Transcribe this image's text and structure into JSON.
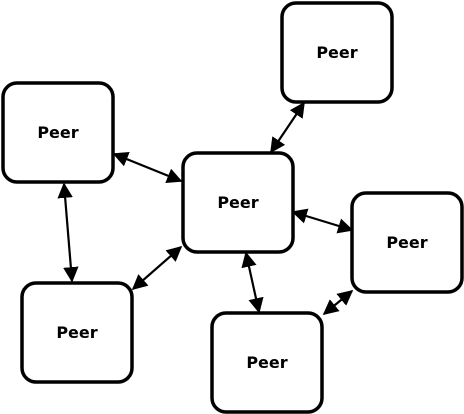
{
  "nodes": [
    {
      "id": "peer-top-right",
      "label": "Peer"
    },
    {
      "id": "peer-left-top",
      "label": "Peer"
    },
    {
      "id": "peer-center",
      "label": "Peer"
    },
    {
      "id": "peer-right",
      "label": "Peer"
    },
    {
      "id": "peer-bottom-left",
      "label": "Peer"
    },
    {
      "id": "peer-bottom-center",
      "label": "Peer"
    }
  ],
  "edges": [
    {
      "from": "peer-left-top",
      "to": "peer-center",
      "direction": "both"
    },
    {
      "from": "peer-top-right",
      "to": "peer-center",
      "direction": "both"
    },
    {
      "from": "peer-left-top",
      "to": "peer-bottom-left",
      "direction": "both"
    },
    {
      "from": "peer-center",
      "to": "peer-bottom-left",
      "direction": "both"
    },
    {
      "from": "peer-center",
      "to": "peer-right",
      "direction": "both"
    },
    {
      "from": "peer-center",
      "to": "peer-bottom-center",
      "direction": "both"
    },
    {
      "from": "peer-right",
      "to": "peer-bottom-center",
      "direction": "both"
    }
  ],
  "colors": {
    "stroke": "#000000",
    "fill": "#ffffff"
  }
}
